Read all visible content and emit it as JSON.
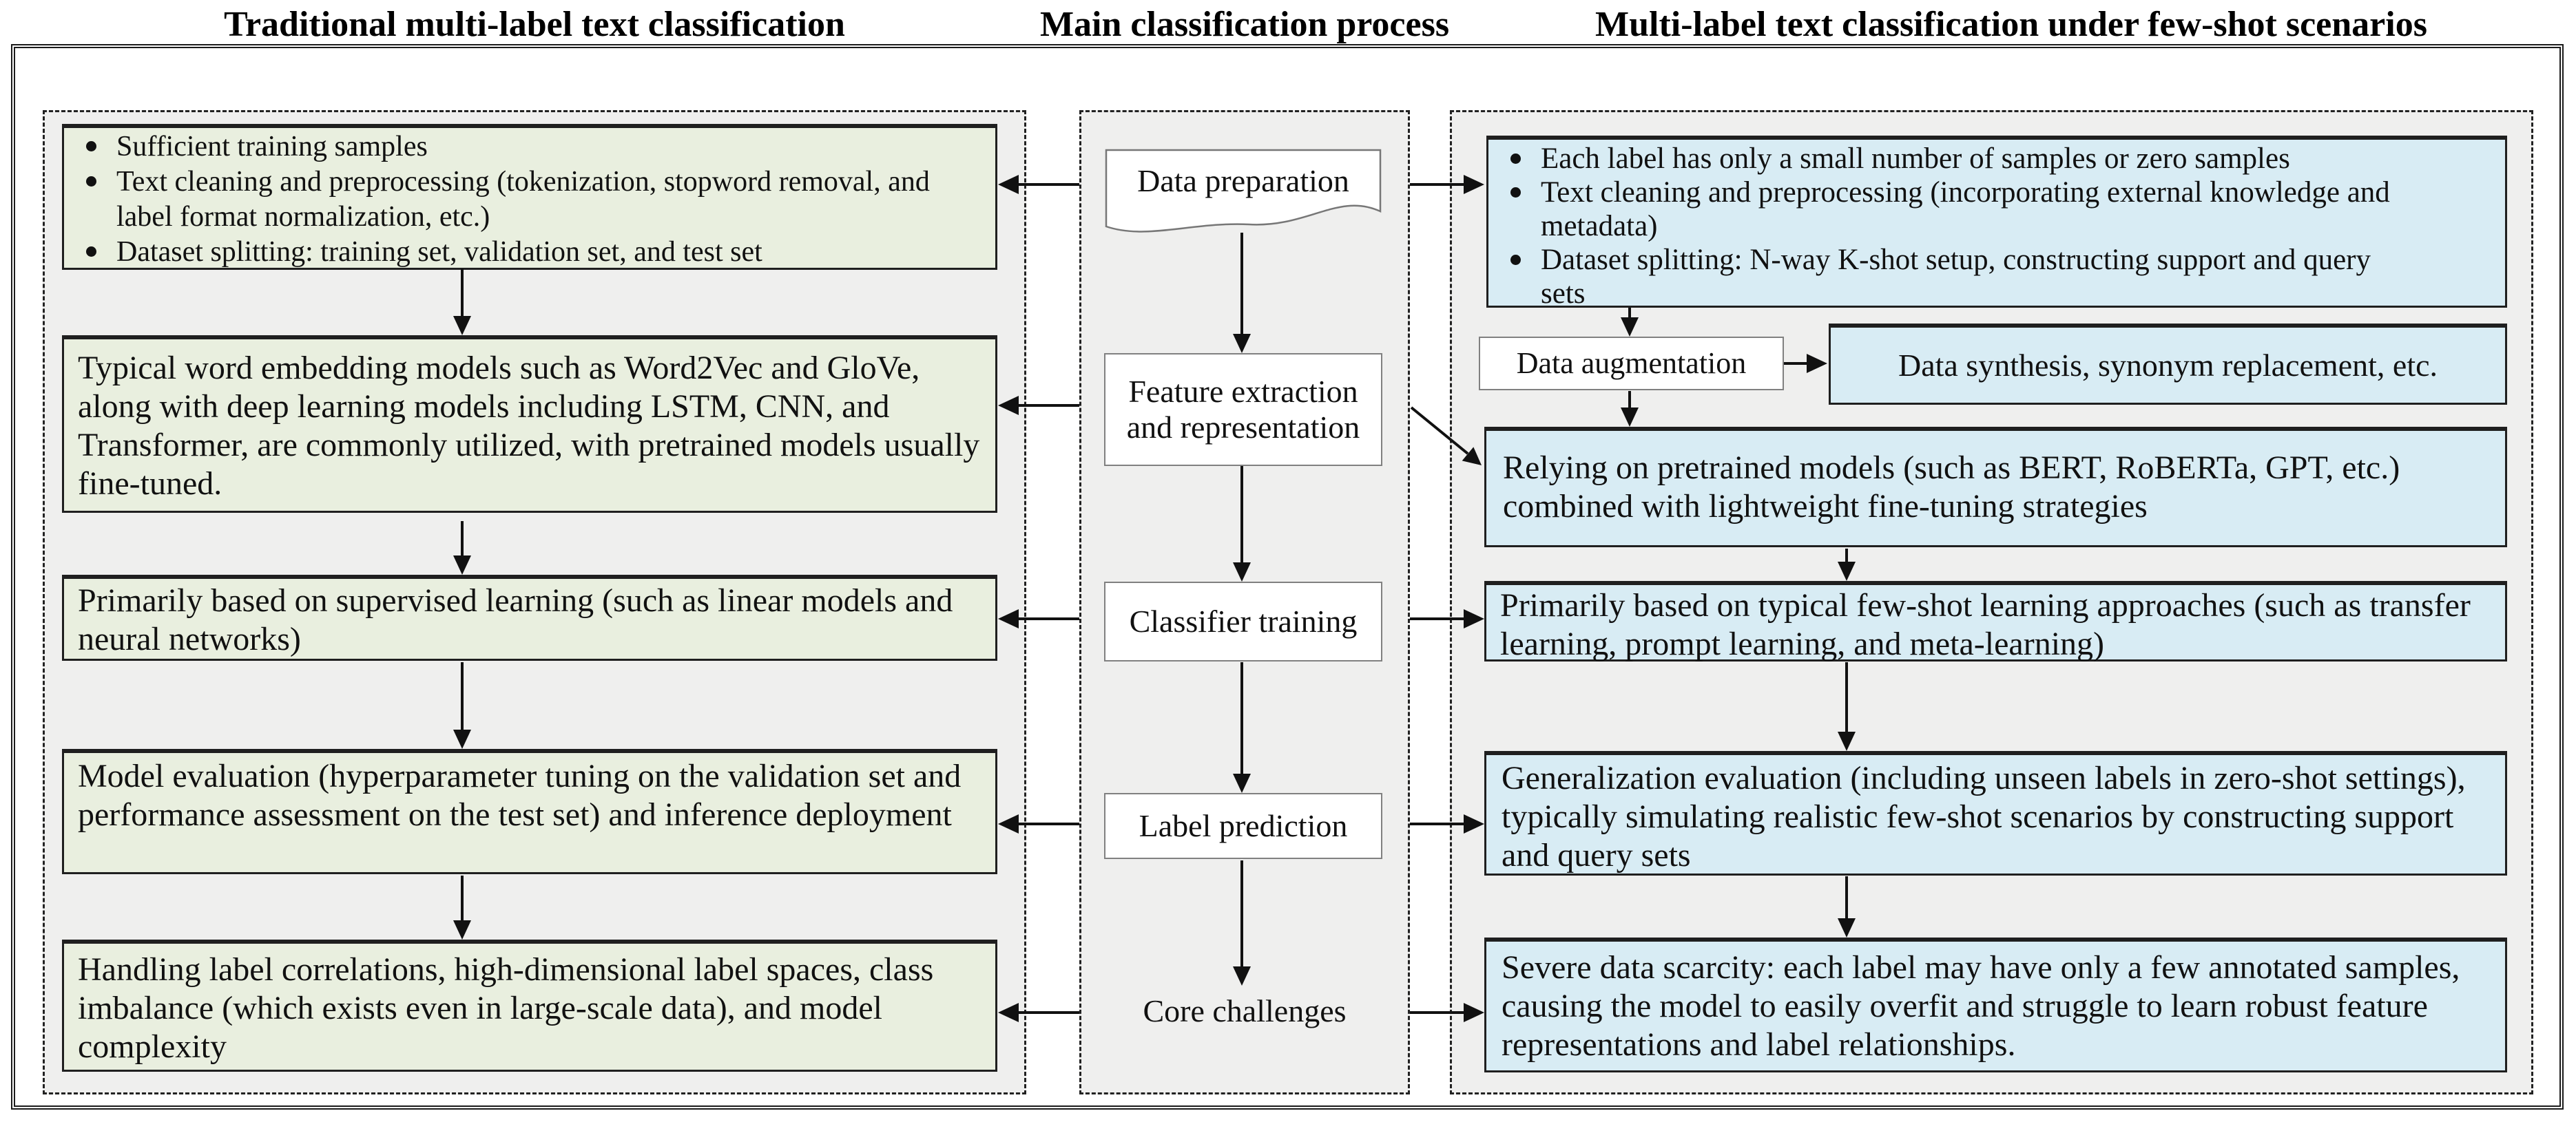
{
  "titles": {
    "left": "Traditional multi-label text classification",
    "middle": "Main classification process",
    "right": "Multi-label text classification under few-shot scenarios"
  },
  "process_steps": {
    "data_preparation": "Data preparation",
    "feature_extraction": "Feature extraction and representation",
    "classifier_training": "Classifier training",
    "label_prediction": "Label prediction",
    "core_challenges": "Core challenges"
  },
  "left_column": {
    "data_box_bullets": [
      "Sufficient training samples",
      "Text cleaning and preprocessing (tokenization, stopword removal, and label format normalization, etc.)",
      "Dataset splitting: training set, validation set, and test set"
    ],
    "feature_box": "Typical word embedding models such as Word2Vec and GloVe, along with deep learning models including LSTM, CNN, and Transformer, are commonly utilized, with pretrained models usually fine-tuned.",
    "training_box": "Primarily based on supervised learning (such as linear models and neural networks)",
    "evaluation_box": "Model evaluation (hyperparameter tuning on the validation set and performance assessment on the test set) and inference deployment",
    "challenges_box": "Handling label correlations, high-dimensional label spaces, class imbalance (which exists even in large-scale data), and model complexity"
  },
  "right_column": {
    "data_box_bullets": [
      "Each label has only a small number of samples or zero samples",
      "Text cleaning and preprocessing (incorporating external knowledge and metadata)",
      "Dataset splitting: N-way K-shot setup, constructing support and query sets"
    ],
    "augmentation_label": "Data augmentation",
    "augmentation_methods_box": "Data synthesis, synonym replacement, etc.",
    "pretrained_box": "Relying on pretrained models (such as BERT, RoBERTa, GPT, etc.) combined with lightweight fine-tuning strategies",
    "training_box": "Primarily based on typical few-shot learning approaches (such as transfer learning, prompt learning, and meta-learning)",
    "evaluation_box": "Generalization evaluation (including unseen labels in zero-shot settings), typically simulating realistic few-shot scenarios by constructing support and query sets",
    "challenges_box": "Severe data scarcity: each label may have only a few annotated samples, causing the model to easily overfit and struggle to learn robust feature representations and label relationships."
  },
  "colors": {
    "traditional_box_fill": "#e9efdf",
    "fewshot_box_fill": "#d8ecf4",
    "column_fill": "#efefee",
    "line": "#111111"
  }
}
